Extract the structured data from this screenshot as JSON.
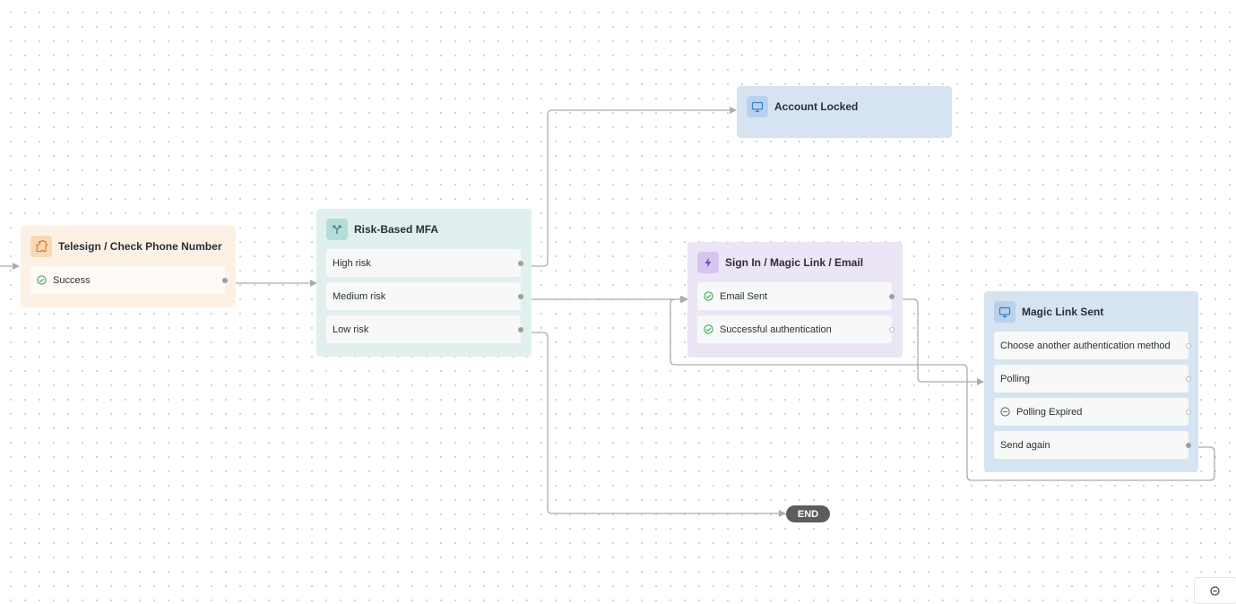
{
  "nodes": {
    "telesign": {
      "title": "Telesign / Check Phone Number",
      "icon": "puzzle-icon",
      "outputs": [
        {
          "label": "Success",
          "icon": "check-circle-icon"
        }
      ]
    },
    "risk_mfa": {
      "title": "Risk-Based MFA",
      "icon": "branch-icon",
      "outputs": [
        {
          "label": "High risk"
        },
        {
          "label": "Medium risk"
        },
        {
          "label": "Low risk"
        }
      ]
    },
    "account_locked": {
      "title": "Account Locked",
      "icon": "monitor-icon"
    },
    "signin_magic": {
      "title": "Sign In / Magic Link / Email",
      "icon": "lightning-icon",
      "outputs": [
        {
          "label": "Email Sent",
          "icon": "check-circle-icon"
        },
        {
          "label": "Successful authentication",
          "icon": "check-circle-icon"
        }
      ]
    },
    "magic_sent": {
      "title": "Magic Link Sent",
      "icon": "monitor-icon",
      "outputs": [
        {
          "label": "Choose another authentication method"
        },
        {
          "label": "Polling"
        },
        {
          "label": "Polling Expired",
          "icon": "minus-circle-icon"
        },
        {
          "label": "Send again"
        }
      ]
    }
  },
  "end_label": "END",
  "colors": {
    "orange_bg": "#fdf1e5",
    "teal_bg": "#e1f0ee",
    "blue_bg": "#d6e3f1",
    "purple_bg": "#ece5f5",
    "edge": "#a9adb2",
    "check_green": "#2e9e4f"
  }
}
